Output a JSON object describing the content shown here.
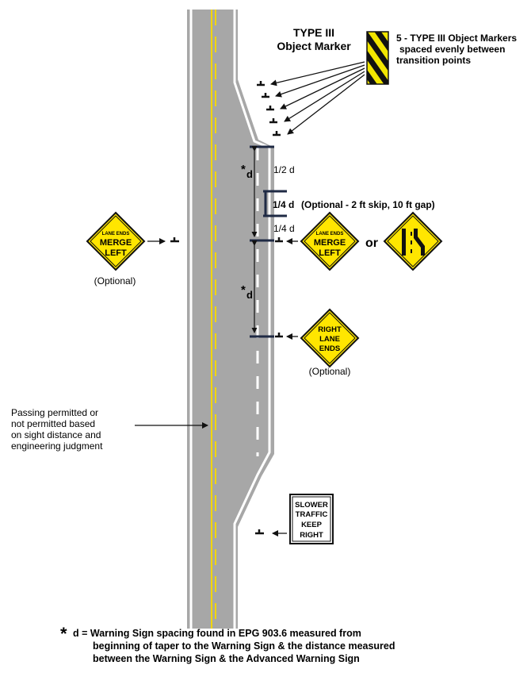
{
  "object_marker": {
    "title_line1": "TYPE III",
    "title_line2": "Object Marker",
    "note_line1": "5 - TYPE III Object Markers",
    "note_line2": "spaced evenly between",
    "note_line3": "transition points"
  },
  "dimensions": {
    "d_symbol": "d",
    "asterisk": "*",
    "half_d": "1/2 d",
    "quarter_d_bold": "1/4 d",
    "optional_skip": "(Optional - 2 ft skip, 10 ft gap)",
    "quarter_d": "1/4 d",
    "connector": "or"
  },
  "signs": {
    "lane_ends_merge_left": {
      "line1": "LANE ENDS",
      "line2": "MERGE",
      "line3": "LEFT"
    },
    "right_lane_ends": {
      "line1": "RIGHT",
      "line2": "LANE",
      "line3": "ENDS"
    },
    "slower_traffic": {
      "line1": "SLOWER",
      "line2": "TRAFFIC",
      "line3": "KEEP",
      "line4": "RIGHT"
    }
  },
  "labels": {
    "optional_left": "(Optional)",
    "optional_right": "(Optional)",
    "passing_line1": "Passing permitted or",
    "passing_line2": "not permitted based",
    "passing_line3": "on sight distance and",
    "passing_line4": "engineering judgment"
  },
  "footnote": {
    "star": "*",
    "line1": "d = Warning Sign spacing found in EPG 903.6 measured from",
    "line2": "beginning of taper to the Warning Sign & the distance measured",
    "line3": "between the Warning Sign & the Advanced Warning Sign"
  },
  "colors": {
    "road": "#a7a7a7",
    "edge_line": "#ffffff",
    "centerline": "#f2d600",
    "sign_yellow": "#ffe600",
    "dimension_line": "#1f2a44"
  }
}
